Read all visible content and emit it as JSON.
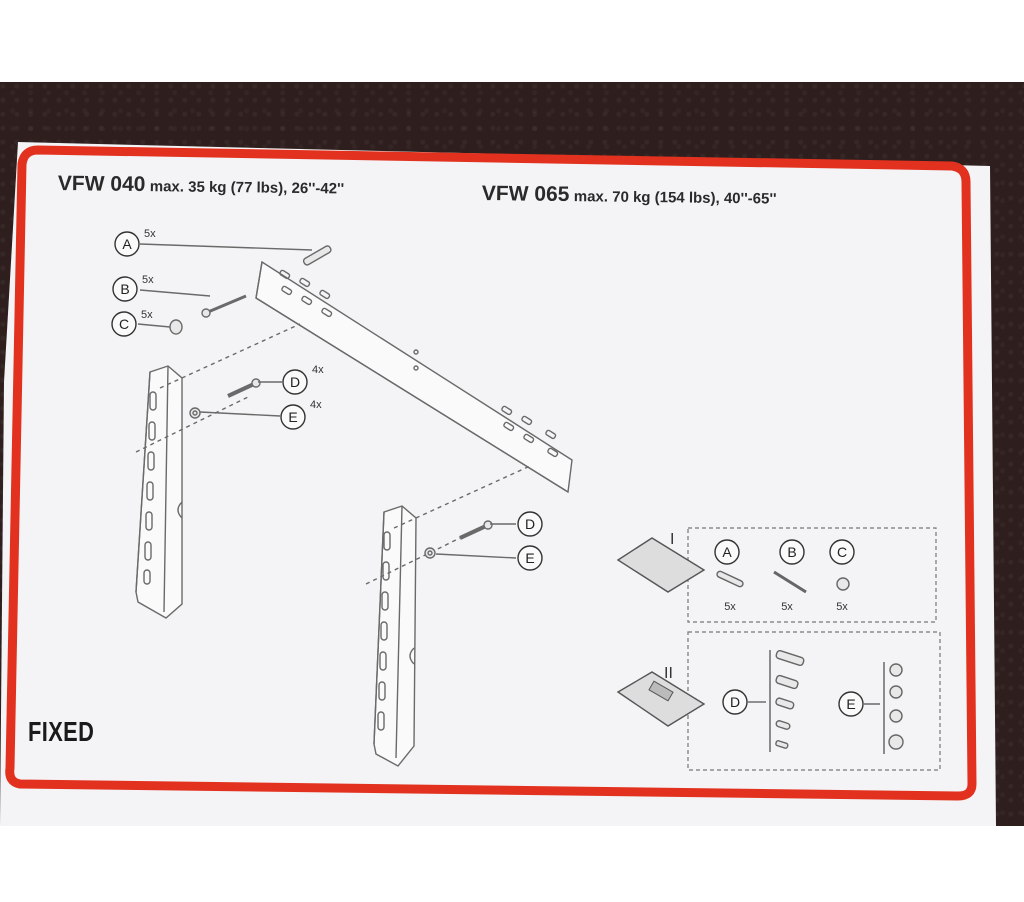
{
  "sheet": {
    "vfw040": {
      "model": "VFW 040",
      "spec": "max. 35 kg (77 lbs), 26''-42''"
    },
    "vfw065": {
      "model": "VFW 065",
      "spec": "max. 70 kg (154 lbs), 40''-65''"
    },
    "fixed_label": "FIXED"
  },
  "parts": {
    "A": {
      "letter": "A",
      "qty": "5x"
    },
    "B": {
      "letter": "B",
      "qty": "5x"
    },
    "C": {
      "letter": "C",
      "qty": "5x"
    },
    "D": {
      "letter": "D",
      "qty": "4x"
    },
    "E": {
      "letter": "E",
      "qty": "4x"
    }
  },
  "packs": {
    "pack1": {
      "roman": "I",
      "qty_a": "5x",
      "qty_b": "5x",
      "qty_c": "5x"
    },
    "pack2": {
      "roman": "II"
    }
  },
  "colors": {
    "border_red": "#e2321f",
    "paper": "#f4f4f6",
    "background": "#2e1f1e",
    "ink": "#555555"
  }
}
